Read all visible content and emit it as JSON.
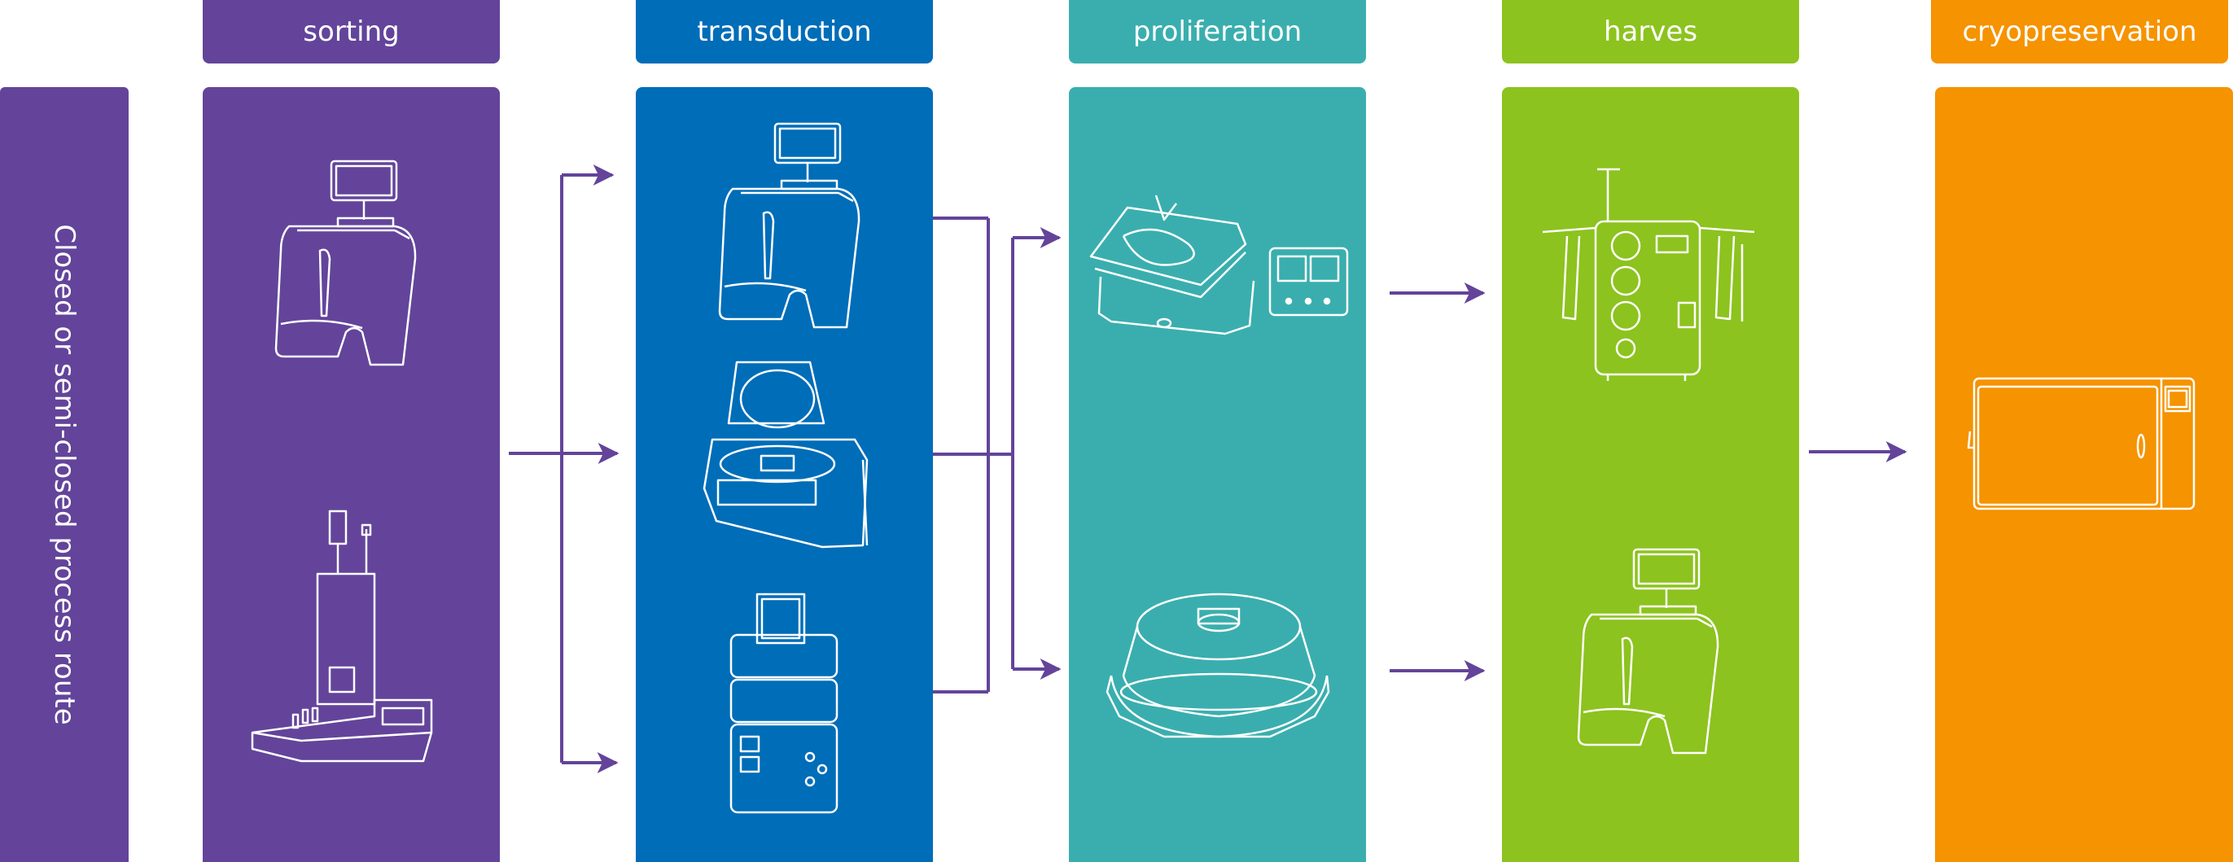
{
  "route_label": "Closed or semi-closed process route",
  "stages": [
    {
      "id": "sorting",
      "label": "sorting",
      "color": "#63449a"
    },
    {
      "id": "transduction",
      "label": "transduction",
      "color": "#006db8"
    },
    {
      "id": "proliferation",
      "label": "proliferation",
      "color": "#3aaeae"
    },
    {
      "id": "harves",
      "label": "harves",
      "color": "#8cc31e"
    },
    {
      "id": "cryopreservation",
      "label": "cryopreservation",
      "color": "#f59300"
    }
  ],
  "colors": {
    "route": "#63449a",
    "arrow": "#63449a",
    "icon_stroke": "#ffffff"
  },
  "icons": {
    "sorting": [
      "cell-processor-icon",
      "column-separator-icon"
    ],
    "transduction": [
      "cell-processor-icon",
      "centrifuge-icon",
      "stacked-incubator-icon"
    ],
    "proliferation": [
      "rocking-bioreactor-icon",
      "rotating-culture-vessel-icon"
    ],
    "harves": [
      "cell-harvester-icon",
      "cell-processor-icon"
    ],
    "cryopreservation": [
      "controlled-rate-freezer-icon"
    ]
  }
}
